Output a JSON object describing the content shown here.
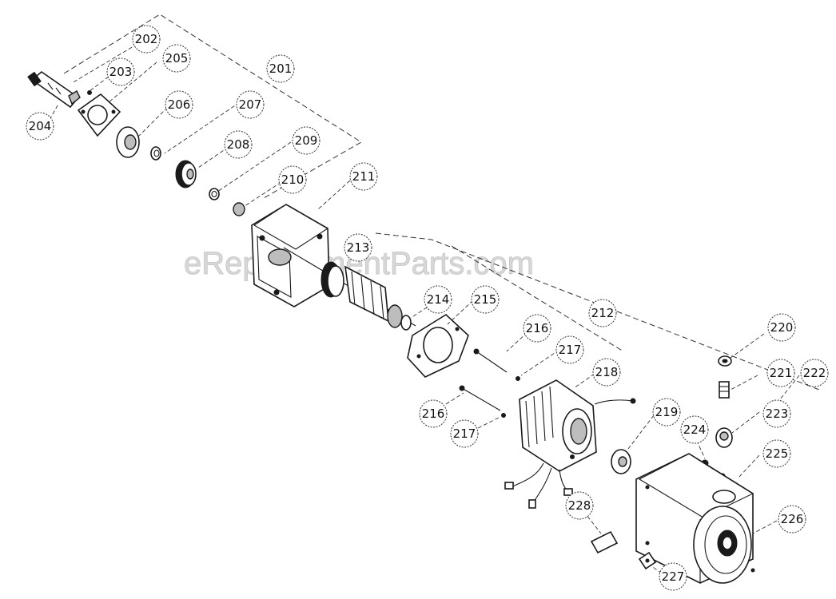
{
  "watermark": "eReplacementParts.com",
  "callouts": {
    "c201": "201",
    "c202": "202",
    "c203": "203",
    "c204": "204",
    "c205": "205",
    "c206": "206",
    "c207": "207",
    "c208": "208",
    "c209": "209",
    "c210": "210",
    "c211": "211",
    "c212": "212",
    "c213": "213",
    "c214": "214",
    "c215": "215",
    "c216a": "216",
    "c216b": "216",
    "c217a": "217",
    "c217b": "217",
    "c218": "218",
    "c219": "219",
    "c220": "220",
    "c221": "221",
    "c222": "222",
    "c223": "223",
    "c224": "224",
    "c225": "225",
    "c226": "226",
    "c227": "227",
    "c228": "228"
  }
}
